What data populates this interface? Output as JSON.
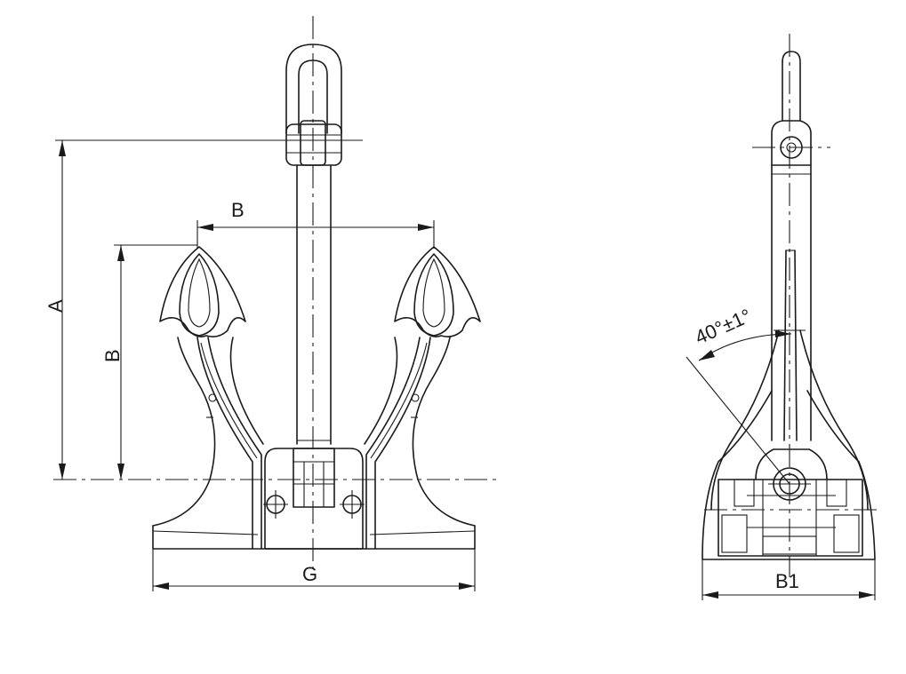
{
  "labels": {
    "dim_a": "A",
    "dim_b_horizontal": "B",
    "dim_b_vertical": "B",
    "dim_g": "G",
    "dim_b1": "B1",
    "angle": "40°±1°"
  }
}
